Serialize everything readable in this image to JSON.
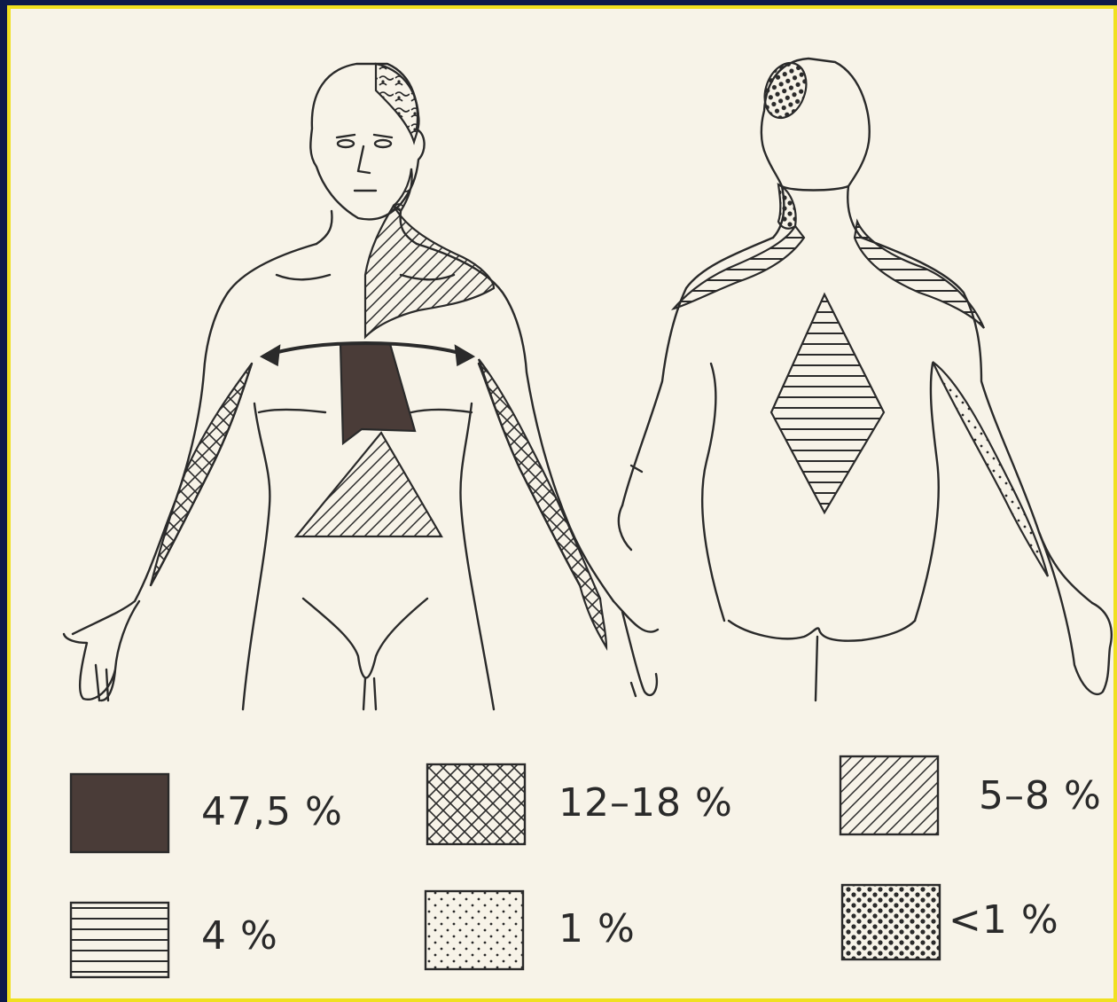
{
  "colors": {
    "paper": "#f7f3e8",
    "ink": "#2a2a2a",
    "dark_fill": "#4a3c38",
    "frame_outer": "#0d1a4a",
    "frame_inner": "#f0e020"
  },
  "legend": [
    {
      "pattern": "solid-dark",
      "label": "47,5 %"
    },
    {
      "pattern": "crosshatch",
      "label": "12–18 %"
    },
    {
      "pattern": "diagonal-hatch",
      "label": "5–8 %"
    },
    {
      "pattern": "horizontal-lines",
      "label": "4 %"
    },
    {
      "pattern": "sparse-dots",
      "label": "1 %"
    },
    {
      "pattern": "dense-dots",
      "label": "<1 %"
    }
  ]
}
